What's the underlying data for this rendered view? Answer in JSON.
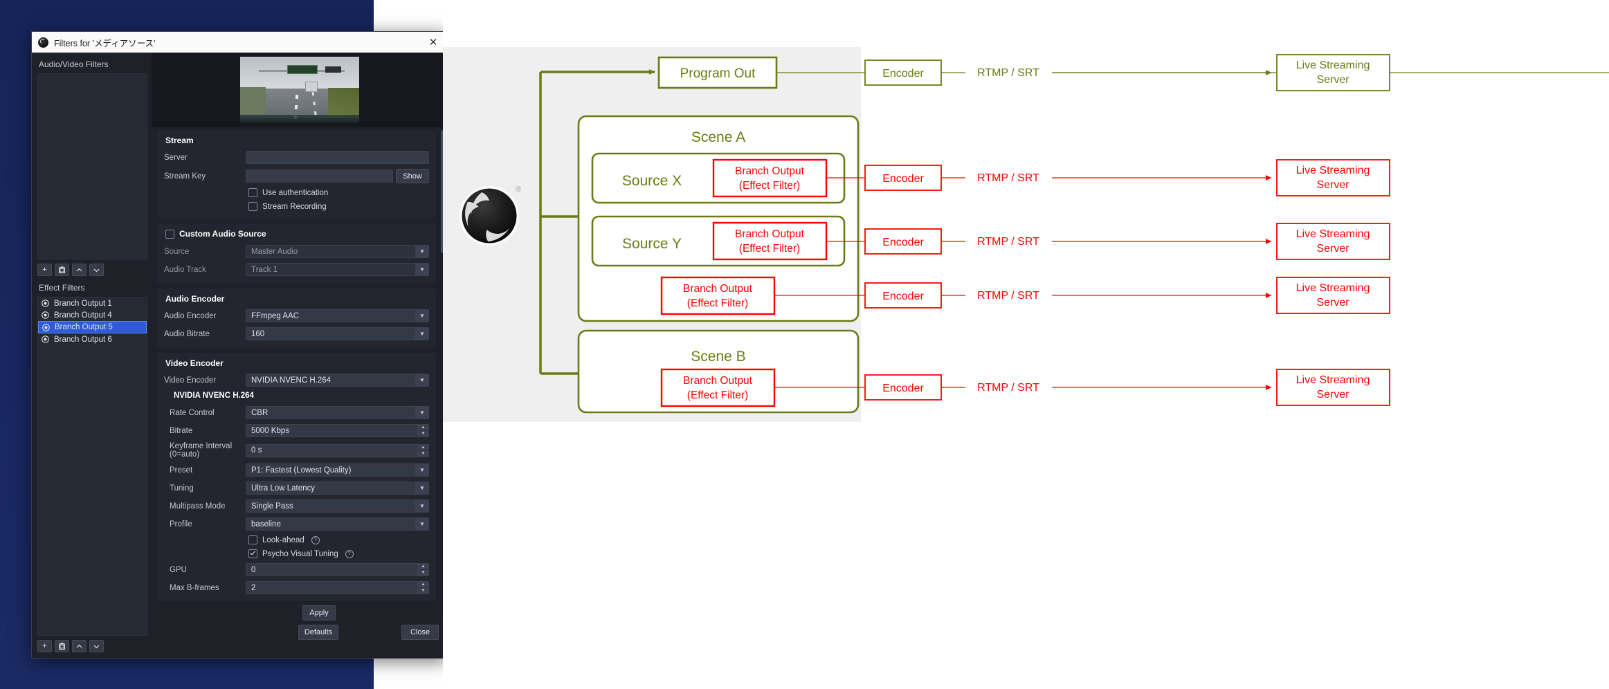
{
  "obs_dialog": {
    "title": "Filters for 'メディアソース'",
    "close_icon": "close-icon",
    "av_filters_heading": "Audio/Video Filters",
    "av_filters": [],
    "effect_filters_heading": "Effect Filters",
    "effect_filters": [
      {
        "label": "Branch Output 1",
        "selected": false
      },
      {
        "label": "Branch Output 4",
        "selected": false
      },
      {
        "label": "Branch Output 5",
        "selected": true
      },
      {
        "label": "Branch Output 6",
        "selected": false
      }
    ],
    "list_toolbar": [
      {
        "name": "add-filter-button",
        "glyph": "+"
      },
      {
        "name": "remove-filter-button",
        "glyph": "Ὕ1"
      },
      {
        "name": "move-up-button",
        "glyph": "⌃"
      },
      {
        "name": "move-down-button",
        "glyph": "⌄"
      }
    ],
    "stream_group": {
      "title": "Stream",
      "server_label": "Server",
      "server_value": "",
      "stream_key_label": "Stream Key",
      "stream_key_value": "",
      "show_button": "Show",
      "use_auth_label": "Use authentication",
      "use_auth_checked": false,
      "stream_recording_label": "Stream Recording",
      "stream_recording_checked": false
    },
    "custom_audio_group": {
      "title": "Custom Audio Source",
      "enabled": false,
      "source_label": "Source",
      "source_value": "Master Audio",
      "audio_track_label": "Audio Track",
      "audio_track_value": "Track 1"
    },
    "audio_encoder_group": {
      "title": "Audio Encoder",
      "audio_encoder_label": "Audio Encoder",
      "audio_encoder_value": "FFmpeg AAC",
      "audio_bitrate_label": "Audio Bitrate",
      "audio_bitrate_value": "160"
    },
    "video_encoder_group": {
      "title": "Video Encoder",
      "video_encoder_label": "Video Encoder",
      "video_encoder_value": "NVIDIA NVENC H.264",
      "subhead": "NVIDIA NVENC H.264",
      "rate_control_label": "Rate Control",
      "rate_control_value": "CBR",
      "bitrate_label": "Bitrate",
      "bitrate_value": "5000 Kbps",
      "keyframe_label": "Keyframe Interval (0=auto)",
      "keyframe_value": "0 s",
      "preset_label": "Preset",
      "preset_value": "P1: Fastest (Lowest Quality)",
      "tuning_label": "Tuning",
      "tuning_value": "Ultra Low Latency",
      "multipass_label": "Multipass Mode",
      "multipass_value": "Single Pass",
      "profile_label": "Profile",
      "profile_value": "baseline",
      "lookahead_label": "Look-ahead",
      "lookahead_checked": false,
      "psycho_label": "Psycho Visual Tuning",
      "psycho_checked": true,
      "gpu_label": "GPU",
      "gpu_value": "0",
      "max_b_label": "Max B-frames",
      "max_b_value": "2"
    },
    "footer": {
      "apply": "Apply",
      "defaults": "Defaults",
      "close": "Close"
    }
  },
  "diagram": {
    "colors": {
      "olive": "#6b7a13",
      "red": "#ff0000",
      "panel_bg": "#efefef"
    },
    "obs_logo_name": "obs-logo",
    "program_out": "Program Out",
    "scene_a": "Scene A",
    "scene_b": "Scene B",
    "source_x": "Source X",
    "source_y": "Source Y",
    "branch_output_line1": "Branch Output",
    "branch_output_line2": "(Effect Filter)",
    "encoder": "Encoder",
    "protocol": "RTMP / SRT",
    "server_line1": "Live Streaming",
    "server_line2": "Server",
    "rows": [
      {
        "id": "program-out",
        "encoder": "Encoder",
        "protocol": "RTMP / SRT",
        "server": "Live Streaming Server"
      },
      {
        "id": "source-x-branch",
        "encoder": "Encoder",
        "protocol": "RTMP / SRT",
        "server": "Live Streaming Server"
      },
      {
        "id": "source-y-branch",
        "encoder": "Encoder",
        "protocol": "RTMP / SRT",
        "server": "Live Streaming Server"
      },
      {
        "id": "scene-a-branch",
        "encoder": "Encoder",
        "protocol": "RTMP / SRT",
        "server": "Live Streaming Server"
      },
      {
        "id": "scene-b-branch",
        "encoder": "Encoder",
        "protocol": "RTMP / SRT",
        "server": "Live Streaming Server"
      }
    ]
  }
}
